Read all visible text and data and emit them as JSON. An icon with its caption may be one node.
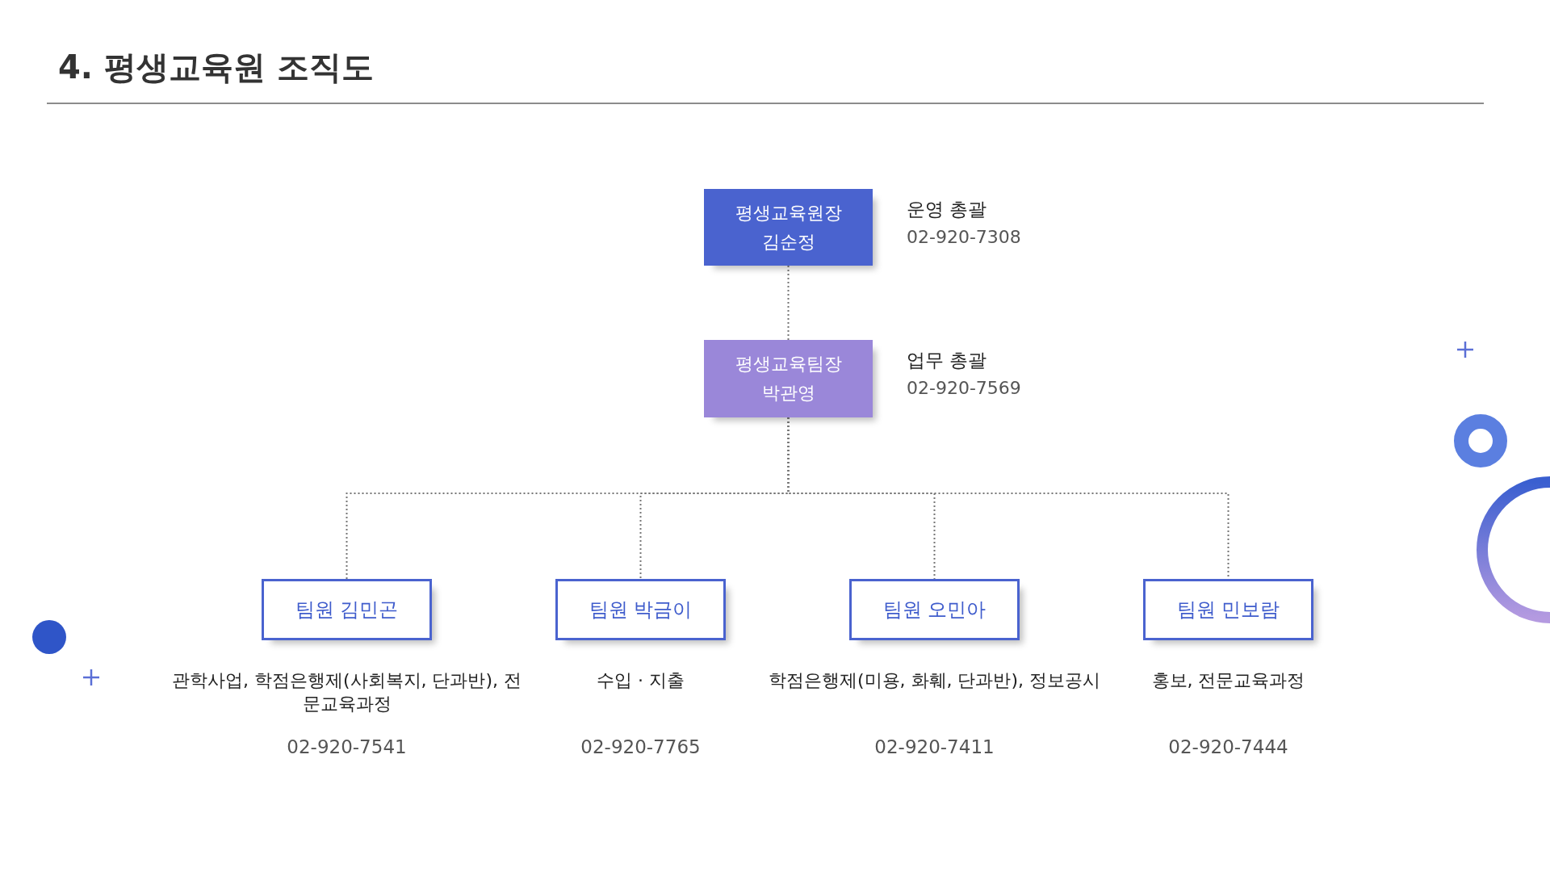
{
  "diagram": {
    "title": "4. 평생교육원 조직도",
    "nodes": [
      {
        "text": [
          "평생교육원장 김순정"
        ],
        "beside": [
          "운영 총괄",
          "02-920-7308"
        ]
      },
      {
        "text": [
          "평생교육팀장 박관영"
        ],
        "beside": [
          "업무 총괄",
          "02-920-7569"
        ]
      },
      {
        "text": [
          "팀원 김민곤"
        ],
        "beside": [
          "관학사업, 학점은행제(사회복지, 단과반), 전문교육과정",
          "02-920-7541"
        ]
      },
      {
        "text": [
          "팀원 박금이"
        ],
        "beside": [
          "수입 · 지출",
          "02-920-7765"
        ]
      },
      {
        "text": [
          "팀원 오민아"
        ],
        "beside": [
          "학점은행제(미용, 화훼, 단과반), 정보공시",
          "02-920-7411"
        ]
      },
      {
        "text": [
          "팀원 민보람"
        ],
        "beside": [
          "홍보, 전문교육과정",
          "02-920-7444"
        ]
      }
    ],
    "edges": [
      {
        "from": 0,
        "to": 1,
        "arrow": "none",
        "style": "dashed"
      },
      {
        "from": 1,
        "to": 2,
        "arrow": "none",
        "style": "dashed"
      },
      {
        "from": 1,
        "to": 3,
        "arrow": "none",
        "style": "dashed"
      },
      {
        "from": 1,
        "to": 4,
        "arrow": "none",
        "style": "dashed"
      },
      {
        "from": 1,
        "to": 5,
        "arrow": "none",
        "style": "dashed"
      }
    ]
  }
}
